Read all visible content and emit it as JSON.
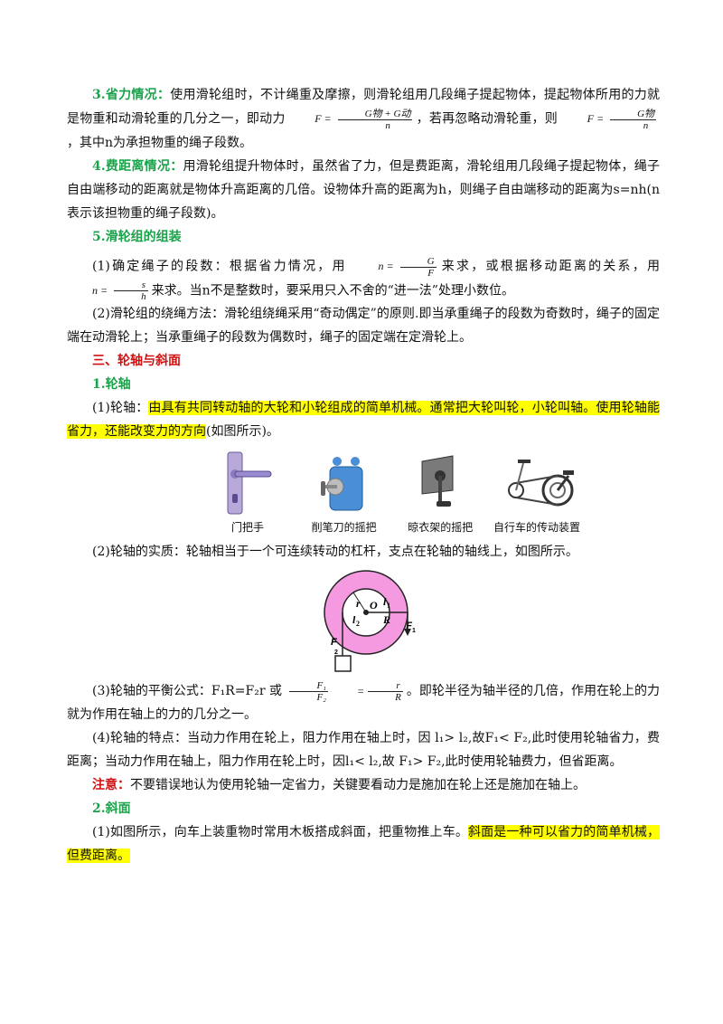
{
  "s3": {
    "head": "3.省力情况：",
    "t1": "使用滑轮组时，不计绳重及摩擦，则滑轮组用几段绳子提起物体，提起物体所用的力就是物重和动滑轮重的几分之一，即动力",
    "f1_lhs": "F =",
    "f1_num": "G物 + G动",
    "f1_den": "n",
    "t2": "，若再忽略动滑轮重，则",
    "f2_lhs": "F =",
    "f2_num": "G物",
    "f2_den": "n",
    "t3": "，其中n为承担物重的绳子段数。"
  },
  "s4": {
    "head": "4.费距离情况：",
    "text": "用滑轮组提升物体时，虽然省了力，但是费距离，滑轮组用几段绳子提起物体，绳子自由端移动的距离就是物体升高距离的几倍。设物体升高的距离为h，则绳子自由端移动的距离为s=nh(n表示该担物重的绳子段数)。"
  },
  "s5": {
    "head": "5.滑轮组的组装",
    "p1a": "(1)确定绳子的段数：根据省力情况，用",
    "f3_lhs": "n =",
    "f3_num": "G",
    "f3_den": "F",
    "p1b": "来求，或根据移动距离的关系，用",
    "f4_lhs": "n =",
    "f4_num": "s",
    "f4_den": "h",
    "p1c": "来求。当n不是整数时，要采用只入不舍的“进一法”处理小数位。",
    "p2": "(2)滑轮组的绕绳方法：滑轮组绕绳采用“奇动偶定”的原则.即当承重绳子的段数为奇数时，绳子的固定端在动滑轮上；当承重绳子的段数为偶数时，绳子的固定端在定滑轮上。"
  },
  "sec3": {
    "head": "三、轮轴与斜面"
  },
  "wa": {
    "head": "1.轮轴",
    "p1a": "(1)轮轴：",
    "p1hl": "由具有共同转动轴的大轮和小轮组成的简单机械。通常把大轮叫轮，小轮叫轴。使用轮轴能省力，还能改变力的方向",
    "p1b": "(如图所示)。",
    "captions": [
      "门把手",
      "削笔刀的摇把",
      "晾衣架的摇把",
      "自行车的传动装置"
    ],
    "p2": "(2)轮轴的实质：轮轴相当于一个可连续转动的杠杆，支点在轮轴的轴线上，如图所示。",
    "diag": {
      "r": "r",
      "O": "O",
      "l1": "l",
      "l1s": "1",
      "R": "R",
      "l2": "l",
      "l2s": "2",
      "F1": "F",
      "F1s": "1",
      "F2": "F",
      "F2s": "2"
    },
    "p3a": "(3)轮轴的平衡公式：F₁R=F₂r 或",
    "f5_num": "F₁",
    "f5_den": "F₂",
    "f5_eq": "=",
    "f6_num": "r",
    "f6_den": "R",
    "p3b": "。即轮半径为轴半径的几倍，作用在轮上的力就为作用在轴上的力的几分之一。",
    "p4": "(4)轮轴的特点：当动力作用在轮上，阻力作用在轴上时，因 l₁> l₂,故F₁< F₂,此时使用轮轴省力，费距离；当动力作用在轴上，阻力作用在轮上时，因l₁< l₂,故 F₁> F₂,此时使用轮轴费力，但省距离。",
    "note_head": "注意：",
    "note_text": "不要错误地认为使用轮轴一定省力，关键要看动力是施加在轮上还是施加在轴上。"
  },
  "incl": {
    "head": "2.斜面",
    "p1a": "(1)如图所示，向车上装重物时常用木板搭成斜面，把重物推上车。",
    "p1hl": "斜面是一种可以省力的简单机械，但费距离。"
  },
  "colors": {
    "green": "#1aa34a",
    "red": "#d01010",
    "highlight": "#ffff00",
    "wheel_pink": "#f59ae0"
  },
  "icons": [
    "door-handle-image",
    "pencil-sharpener-image",
    "clothes-rack-crank-image",
    "bicycle-drive-image",
    "wheel-axle-diagram"
  ]
}
